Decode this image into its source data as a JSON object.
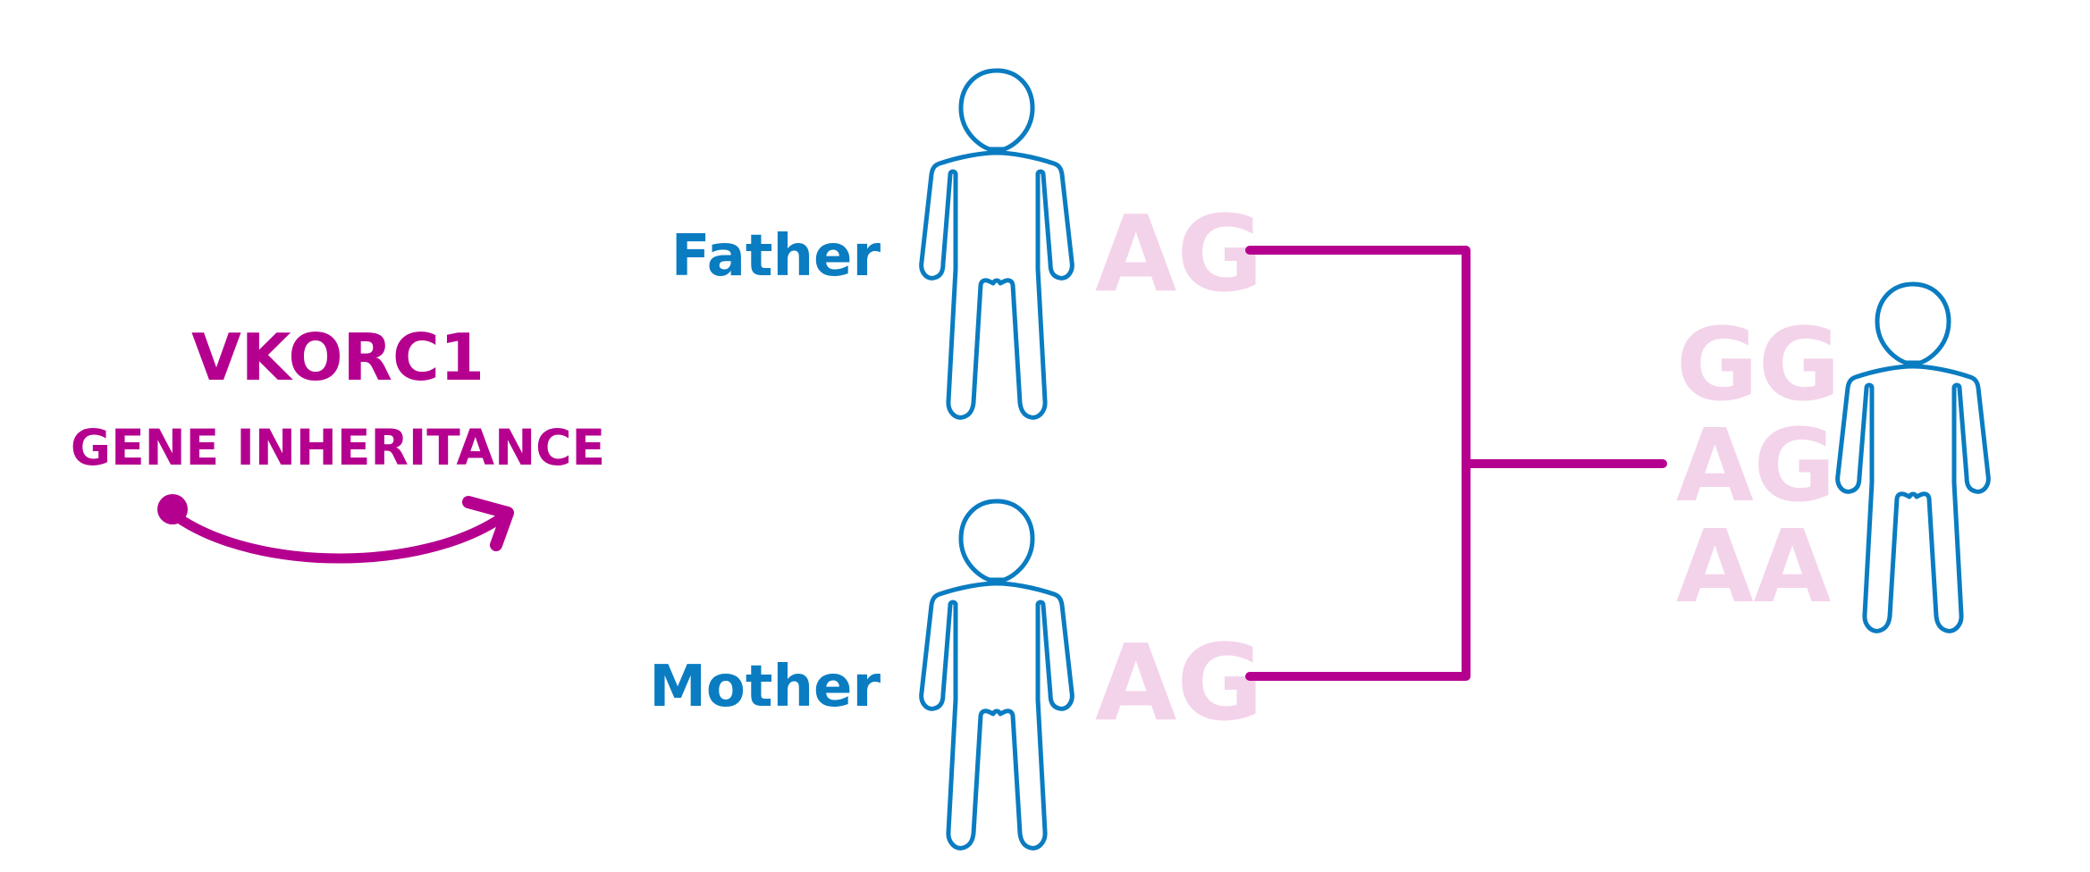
{
  "colors": {
    "magenta": "#b5008f",
    "blue": "#0a7cc1",
    "pink": "#f3d3ea"
  },
  "title": {
    "line1": "VKORC1",
    "line2": "GENE INHERITANCE"
  },
  "father": {
    "label": "Father",
    "genotype": "AG"
  },
  "mother": {
    "label": "Mother",
    "genotype": "AG"
  },
  "child": {
    "genotypes": [
      "GG",
      "AG",
      "AA"
    ]
  }
}
